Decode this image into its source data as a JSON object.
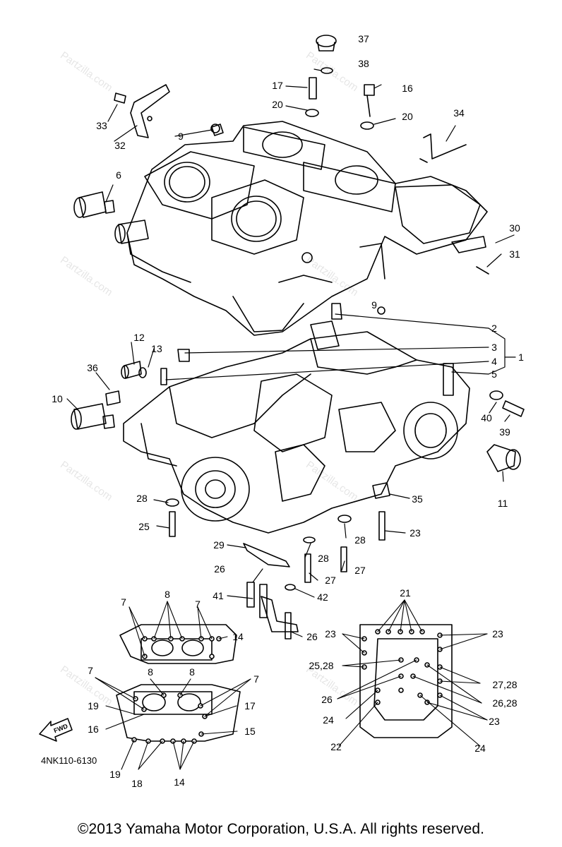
{
  "diagram": {
    "part_code": "4NK110-6130",
    "copyright": "©2013 Yamaha Motor Corporation, U.S.A. All rights reserved.",
    "watermark": "Partzilla.com",
    "fwd_label": "FWD",
    "callouts": [
      {
        "id": "c37",
        "text": "37"
      },
      {
        "id": "c38",
        "text": "38"
      },
      {
        "id": "c17a",
        "text": "17"
      },
      {
        "id": "c16a",
        "text": "16"
      },
      {
        "id": "c20a",
        "text": "20"
      },
      {
        "id": "c20b",
        "text": "20"
      },
      {
        "id": "c34",
        "text": "34"
      },
      {
        "id": "c33",
        "text": "33"
      },
      {
        "id": "c32",
        "text": "32"
      },
      {
        "id": "c9a",
        "text": "9"
      },
      {
        "id": "c6",
        "text": "6"
      },
      {
        "id": "c30",
        "text": "30"
      },
      {
        "id": "c31",
        "text": "31"
      },
      {
        "id": "c9b",
        "text": "9"
      },
      {
        "id": "c2",
        "text": "2"
      },
      {
        "id": "c3",
        "text": "3"
      },
      {
        "id": "c1",
        "text": "1"
      },
      {
        "id": "c4",
        "text": "4"
      },
      {
        "id": "c5",
        "text": "5"
      },
      {
        "id": "c12",
        "text": "12"
      },
      {
        "id": "c13",
        "text": "13"
      },
      {
        "id": "c36",
        "text": "36"
      },
      {
        "id": "c10",
        "text": "10"
      },
      {
        "id": "c40",
        "text": "40"
      },
      {
        "id": "c39",
        "text": "39"
      },
      {
        "id": "c11",
        "text": "11"
      },
      {
        "id": "c28a",
        "text": "28"
      },
      {
        "id": "c35",
        "text": "35"
      },
      {
        "id": "c25",
        "text": "25"
      },
      {
        "id": "c23a",
        "text": "23"
      },
      {
        "id": "c28b",
        "text": "28"
      },
      {
        "id": "c29",
        "text": "29"
      },
      {
        "id": "c28c",
        "text": "28"
      },
      {
        "id": "c27a",
        "text": "27"
      },
      {
        "id": "c26a",
        "text": "26"
      },
      {
        "id": "c27b",
        "text": "27"
      },
      {
        "id": "c41",
        "text": "41"
      },
      {
        "id": "c42",
        "text": "42"
      },
      {
        "id": "c26b",
        "text": "26"
      },
      {
        "id": "c7a",
        "text": "7"
      },
      {
        "id": "c8a",
        "text": "8"
      },
      {
        "id": "c7b",
        "text": "7"
      },
      {
        "id": "c14a",
        "text": "14"
      },
      {
        "id": "c7c",
        "text": "7"
      },
      {
        "id": "c8b",
        "text": "8"
      },
      {
        "id": "c8c",
        "text": "8"
      },
      {
        "id": "c7d",
        "text": "7"
      },
      {
        "id": "c19a",
        "text": "19"
      },
      {
        "id": "c17b",
        "text": "17"
      },
      {
        "id": "c16b",
        "text": "16"
      },
      {
        "id": "c15",
        "text": "15"
      },
      {
        "id": "c19b",
        "text": "19"
      },
      {
        "id": "c18",
        "text": "18"
      },
      {
        "id": "c14b",
        "text": "14"
      },
      {
        "id": "c21",
        "text": "21"
      },
      {
        "id": "c23b",
        "text": "23"
      },
      {
        "id": "c23c",
        "text": "23"
      },
      {
        "id": "c2528",
        "text": "25,28"
      },
      {
        "id": "c2728",
        "text": "27,28"
      },
      {
        "id": "c26c",
        "text": "26"
      },
      {
        "id": "c2628",
        "text": "26,28"
      },
      {
        "id": "c24a",
        "text": "24"
      },
      {
        "id": "c23d",
        "text": "23"
      },
      {
        "id": "c22",
        "text": "22"
      },
      {
        "id": "c24b",
        "text": "24"
      }
    ]
  }
}
